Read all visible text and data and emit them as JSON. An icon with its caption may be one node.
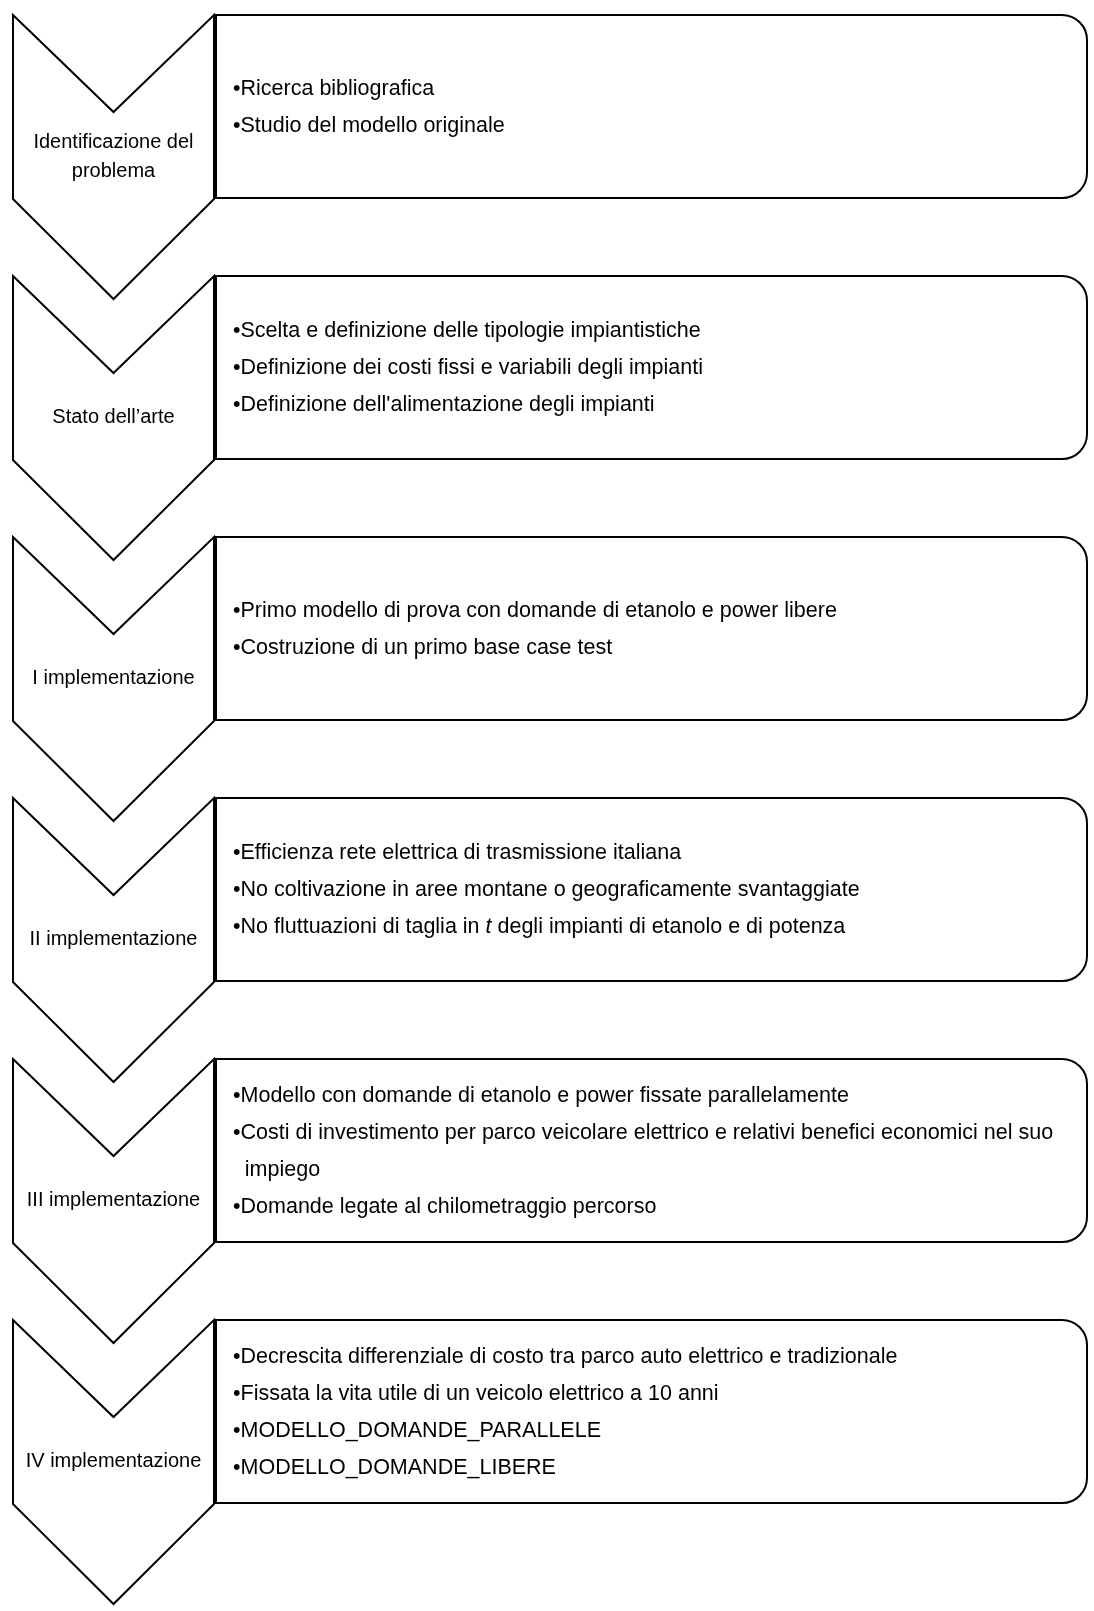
{
  "diagram": {
    "nodes": [
      {
        "text": [
          "Identificazione del problema"
        ]
      },
      {
        "text": [
          "•Ricerca bibliografica",
          "•Studio del modello originale"
        ]
      },
      {
        "text": [
          "Stato dell’arte"
        ]
      },
      {
        "text": [
          "•Scelta e definizione delle tipologie impiantistiche",
          "•Definizione dei costi fissi e variabili degli impianti",
          "•Definizione dell'alimentazione degli impianti"
        ]
      },
      {
        "text": [
          "I implementazione"
        ]
      },
      {
        "text": [
          "•Primo modello di prova con domande di etanolo e power libere",
          "•Costruzione di un primo base case test"
        ]
      },
      {
        "text": [
          "II implementazione"
        ]
      },
      {
        "text": [
          "•Efficienza rete elettrica di trasmissione italiana",
          "•No coltivazione in aree montane o geograficamente svantaggiate",
          "•No fluttuazioni di taglia in *t* degli impianti di etanolo e di potenza"
        ]
      },
      {
        "text": [
          "III implementazione"
        ]
      },
      {
        "text": [
          "•Modello con domande di etanolo e power fissate parallelamente",
          "•Costi di investimento per parco veicolare elettrico e relativi benefici economici nel suo impiego",
          "•Domande legate al chilometraggio percorso"
        ]
      },
      {
        "text": [
          "IV implementazione"
        ]
      },
      {
        "text": [
          "•Decrescita differenziale di costo tra parco auto elettrico e tradizionale",
          "•Fissata la vita utile di un veicolo elettrico a 10 anni",
          "•MODELLO_DOMANDE_PARALLELE",
          "•MODELLO_DOMANDE_LIBERE"
        ]
      }
    ]
  }
}
